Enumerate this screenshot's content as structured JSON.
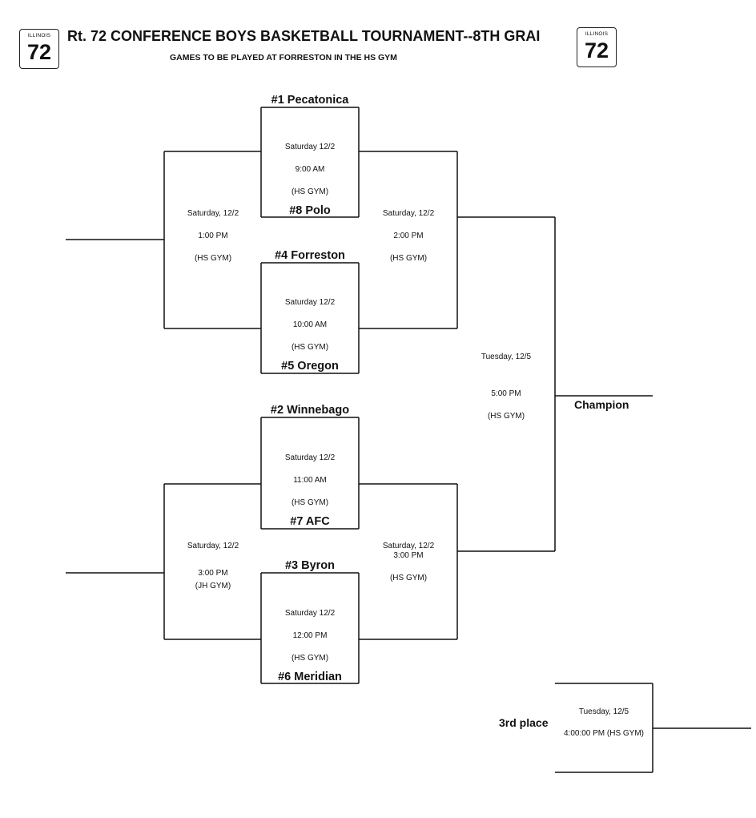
{
  "header": {
    "title": "Rt. 72 CONFERENCE BOYS BASKETBALL TOURNAMENT--8TH GRAI",
    "subtitle": "GAMES TO BE PLAYED AT FORRESTON IN THE HS GYM",
    "shield_state": "ILLINOIS",
    "shield_number": "72"
  },
  "teams": {
    "t1": "#1 Pecatonica",
    "t8": "#8 Polo",
    "t4": "#4 Forreston",
    "t5": "#5 Oregon",
    "t2": "#2 Winnebago",
    "t7": "#7 AFC",
    "t3": "#3 Byron",
    "t6": "#6 Meridian"
  },
  "games": {
    "g1": {
      "date": "Saturday 12/2",
      "time": "9:00 AM",
      "venue": "(HS GYM)"
    },
    "g2": {
      "date": "Saturday 12/2",
      "time": "10:00 AM",
      "venue": "(HS GYM)"
    },
    "g3": {
      "date": "Saturday 12/2",
      "time": "11:00 AM",
      "venue": "(HS GYM)"
    },
    "g4": {
      "date": "Saturday 12/2",
      "time": "12:00 PM",
      "venue": "(HS GYM)"
    },
    "cons_top": {
      "date": "Saturday, 12/2",
      "time": "1:00 PM",
      "venue": "(HS GYM)"
    },
    "cons_bottom": {
      "date": "Saturday, 12/2",
      "time": "3:00 PM",
      "venue": "(JH GYM)"
    },
    "semi_top": {
      "date": "Saturday, 12/2",
      "time": "2:00 PM",
      "venue": "(HS GYM)"
    },
    "semi_bottom": {
      "date": "Saturday, 12/2",
      "time": "3:00 PM",
      "venue": "(HS GYM)"
    },
    "final": {
      "date": "Tuesday, 12/5",
      "time": "5:00 PM",
      "venue": "(HS GYM)"
    },
    "third": {
      "date": "Tuesday, 12/5",
      "time_venue": "4:00:00 PM (HS GYM)"
    }
  },
  "labels": {
    "champion": "Champion",
    "third_place": "3rd place"
  }
}
